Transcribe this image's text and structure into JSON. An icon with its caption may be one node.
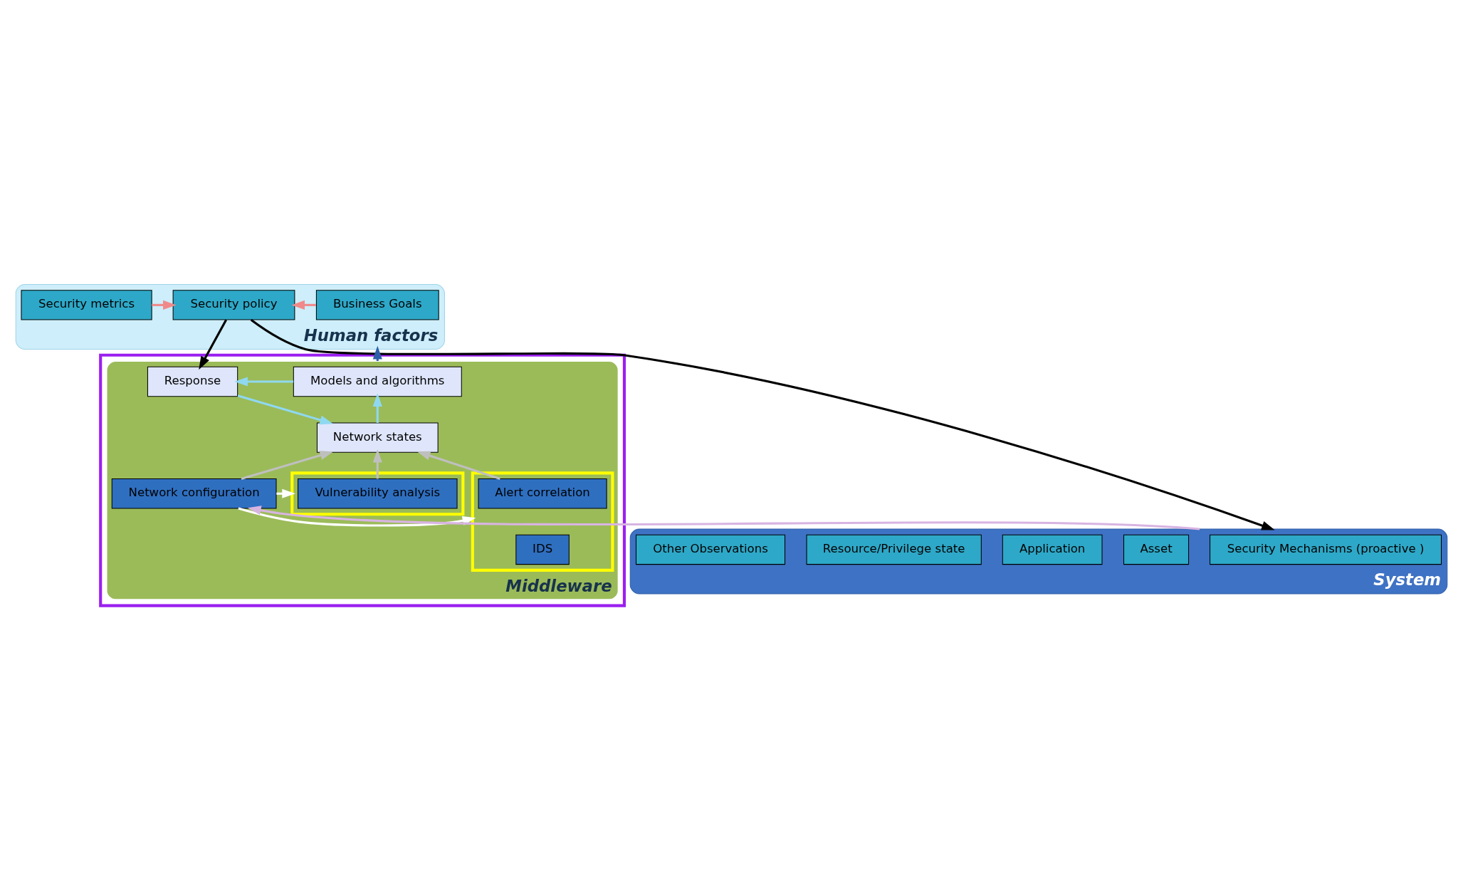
{
  "diagram": {
    "nodes": [
      {
        "text": [
          "Human factors"
        ]
      },
      {
        "text": [
          "Business Goals"
        ],
        "in": 0
      },
      {
        "text": [
          "Security policy"
        ],
        "in": 0
      },
      {
        "text": [
          "Security metrics"
        ],
        "in": 0
      },
      {
        "text": [],
        "shape": "box"
      },
      {
        "text": [
          "Middleware"
        ],
        "in": 4
      },
      {
        "text": [
          "Models and algorithms"
        ],
        "in": 5
      },
      {
        "text": [
          "Response"
        ],
        "in": 5
      },
      {
        "text": [
          "Network states"
        ],
        "in": 5
      },
      {
        "text": [],
        "shape": "box",
        "in": 5
      },
      {
        "text": [
          "Alert correlation"
        ],
        "in": 9
      },
      {
        "text": [
          "IDS"
        ],
        "in": 9
      },
      {
        "text": [
          "Network configuration"
        ],
        "in": 5
      },
      {
        "text": [],
        "shape": "box",
        "in": 5
      },
      {
        "text": [
          "Vulnerability analysis"
        ],
        "in": 13
      },
      {
        "text": [
          "System"
        ]
      },
      {
        "text": [
          "Security Mechanisms (proactive )"
        ],
        "in": 15
      },
      {
        "text": [
          "Asset"
        ],
        "in": 15
      },
      {
        "text": [
          "Application"
        ],
        "in": 15
      },
      {
        "text": [
          "Resource/Privilege state"
        ],
        "in": 15
      },
      {
        "text": [
          "Other Observations"
        ],
        "in": 15
      }
    ],
    "edges": [
      {
        "from": 1,
        "to": 2,
        "arrow": "to",
        "color": "#f08a8a"
      },
      {
        "from": 3,
        "to": 2,
        "arrow": "to",
        "color": "#f08a8a"
      },
      {
        "from": 2,
        "to": 7,
        "arrow": "to",
        "color": "#000000"
      },
      {
        "from": 2,
        "to": 15,
        "arrow": "to",
        "color": "#000000"
      },
      {
        "from": 5,
        "to": 0,
        "arrow": "to",
        "color": "#2e5fa8"
      },
      {
        "from": 15,
        "to": 12,
        "arrow": "to",
        "color": "#d8b4e2"
      },
      {
        "from": 6,
        "to": 7,
        "arrow": "to",
        "color": "#8fd8f0"
      },
      {
        "from": 8,
        "to": 6,
        "arrow": "to",
        "color": "#8fd8f0"
      },
      {
        "from": 7,
        "to": 8,
        "arrow": "to",
        "color": "#8fd8f0"
      },
      {
        "from": 10,
        "to": 8,
        "arrow": "to",
        "color": "#bfbfbf"
      },
      {
        "from": 12,
        "to": 8,
        "arrow": "to",
        "color": "#bfbfbf"
      },
      {
        "from": 14,
        "to": 8,
        "arrow": "to",
        "color": "#bfbfbf"
      },
      {
        "from": 12,
        "to": 9,
        "arrow": "to",
        "color": "#ffffff"
      },
      {
        "from": 12,
        "to": 13,
        "arrow": "to",
        "color": "#ffffff"
      }
    ]
  }
}
